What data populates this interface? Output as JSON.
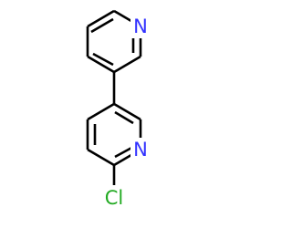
{
  "molecule": {
    "atoms": {
      "nitrogen_top": "N",
      "nitrogen_bottom": "N",
      "chlorine": "Cl"
    },
    "colors": {
      "bond": "#000000",
      "nitrogen": "#3333ff",
      "chlorine": "#22aa22"
    }
  }
}
